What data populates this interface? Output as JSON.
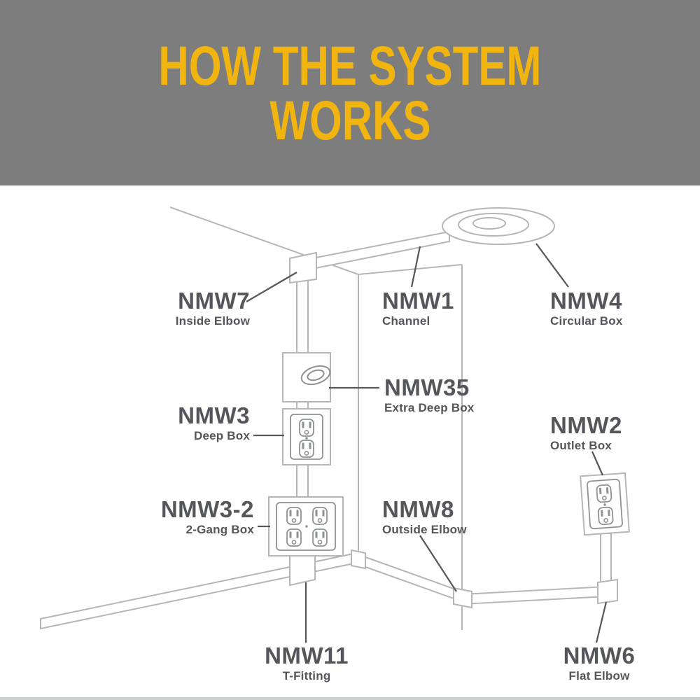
{
  "banner": {
    "line1": "HOW THE SYSTEM",
    "line2": "WORKS"
  },
  "colors": {
    "banner_bg": "#7d7d7d",
    "banner_text": "#f2b510",
    "line_light": "#b4b6b8",
    "line_mid": "#8f9295",
    "label_text": "#55565b"
  },
  "diagram": {
    "labels": [
      {
        "id": "nmw7",
        "code": "NMW7",
        "desc": "Inside Elbow"
      },
      {
        "id": "nmw1",
        "code": "NMW1",
        "desc": "Channel"
      },
      {
        "id": "nmw4",
        "code": "NMW4",
        "desc": "Circular Box"
      },
      {
        "id": "nmw35",
        "code": "NMW35",
        "desc": "Extra Deep Box"
      },
      {
        "id": "nmw3",
        "code": "NMW3",
        "desc": "Deep Box"
      },
      {
        "id": "nmw2",
        "code": "NMW2",
        "desc": "Outlet Box"
      },
      {
        "id": "nmw3-2",
        "code": "NMW3-2",
        "desc": "2-Gang Box"
      },
      {
        "id": "nmw8",
        "code": "NMW8",
        "desc": "Outside Elbow"
      },
      {
        "id": "nmw11",
        "code": "NMW11",
        "desc": "T-Fitting"
      },
      {
        "id": "nmw6",
        "code": "NMW6",
        "desc": "Flat Elbow"
      }
    ]
  }
}
